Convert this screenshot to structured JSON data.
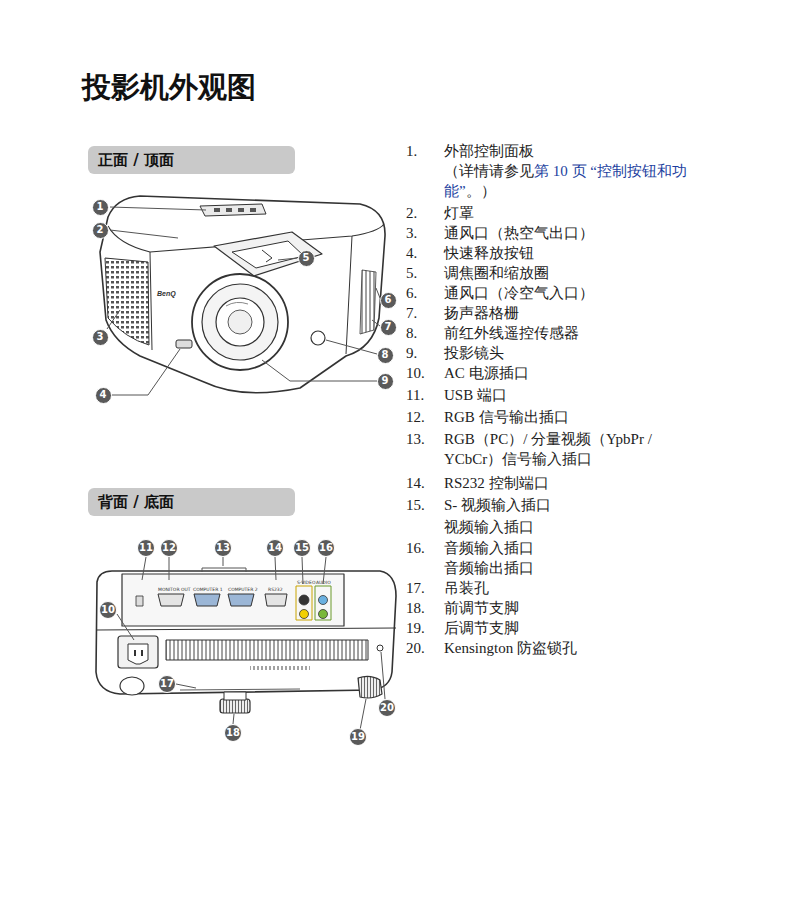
{
  "diagram": {
    "title": "投影机外观图",
    "nodes": [
      {
        "text": [
          "正面 / 顶面"
        ]
      },
      {
        "text": [
          "1"
        ]
      },
      {
        "text": [
          "2"
        ]
      },
      {
        "text": [
          "3"
        ]
      },
      {
        "text": [
          "4"
        ]
      },
      {
        "text": [
          "5"
        ]
      },
      {
        "text": [
          "6"
        ]
      },
      {
        "text": [
          "7"
        ]
      },
      {
        "text": [
          "8"
        ]
      },
      {
        "text": [
          "9"
        ]
      },
      {
        "text": [
          "背面 / 底面"
        ]
      },
      {
        "text": [
          "11"
        ]
      },
      {
        "text": [
          "12"
        ]
      },
      {
        "text": [
          "13"
        ]
      },
      {
        "text": [
          "14"
        ]
      },
      {
        "text": [
          "15"
        ]
      },
      {
        "text": [
          "16"
        ]
      },
      {
        "text": [
          "10"
        ]
      },
      {
        "text": [
          "17"
        ]
      },
      {
        "text": [
          "18"
        ]
      },
      {
        "text": [
          "19"
        ]
      },
      {
        "text": [
          "20"
        ]
      }
    ],
    "labels": [
      "1.",
      "外部控制面板",
      "（详情请参见",
      "第 10 页 “控制按钮和功能”",
      "。）",
      "2.",
      "灯罩",
      "3.",
      "通风口（热空气出口）",
      "4.",
      "快速释放按钮",
      "5.",
      "调焦圈和缩放圈",
      "6.",
      "通风口（冷空气入口）",
      "7.",
      "扬声器格栅",
      "8.",
      "前红外线遥控传感器",
      "9.",
      "投影镜头",
      "10.",
      "AC 电源插口",
      "11.",
      "USB 端口",
      "12.",
      "RGB 信号输出插口",
      "13.",
      "RGB（PC）/ 分量视频（YpbPr / YCbCr）信号输入插口",
      "14.",
      "RS232 控制端口",
      "15.",
      "S- 视频输入插口",
      "视频输入插口",
      "16.",
      "音频输入插口",
      "音频输出插口",
      "17.",
      "吊装孔",
      "18.",
      "前调节支脚",
      "19.",
      "后调节支脚",
      "20.",
      "Kensington 防盗锁孔",
      "MONITOR OUT",
      "COMPUTER 1",
      "COMPUTER 2",
      "RS232",
      "S-VIDEO",
      "AUDIO",
      "BenQ"
    ]
  }
}
